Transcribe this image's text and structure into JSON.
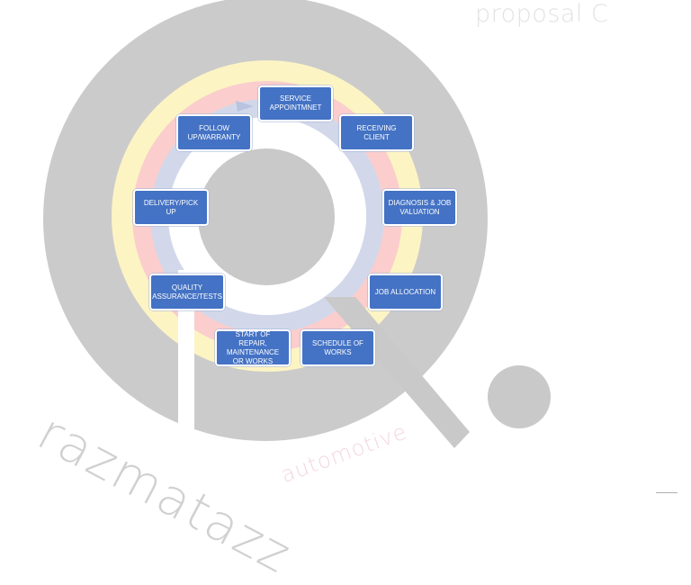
{
  "header": {
    "proposal_label": "proposal C"
  },
  "watermark": {
    "brand_name": "razmatazz",
    "brand_tagline": "automotive"
  },
  "cycle": {
    "steps": [
      {
        "label": "SERVICE APPOINTMNET"
      },
      {
        "label": "RECEIVING CLIENT"
      },
      {
        "label": "DIAGNOSIS & JOB VALUATION"
      },
      {
        "label": "JOB ALLOCATION"
      },
      {
        "label": "SCHEDULE OF WORKS"
      },
      {
        "label": "START OF REPAIR, MAINTENANCE OR WORKS"
      },
      {
        "label": "QUALITY ASSURANCE/TESTS"
      },
      {
        "label": "DELIVERY/PICK UP"
      },
      {
        "label": "FOLLOW UP/WARRANTY"
      }
    ]
  },
  "colors": {
    "step_fill": "#4472c4",
    "step_text": "#ffffff",
    "logo_gray": "#c9c9c9",
    "ring_yellow": "#fdf6c8",
    "ring_red": "#fbd0d0",
    "ring_blue": "#d3d9ea"
  }
}
